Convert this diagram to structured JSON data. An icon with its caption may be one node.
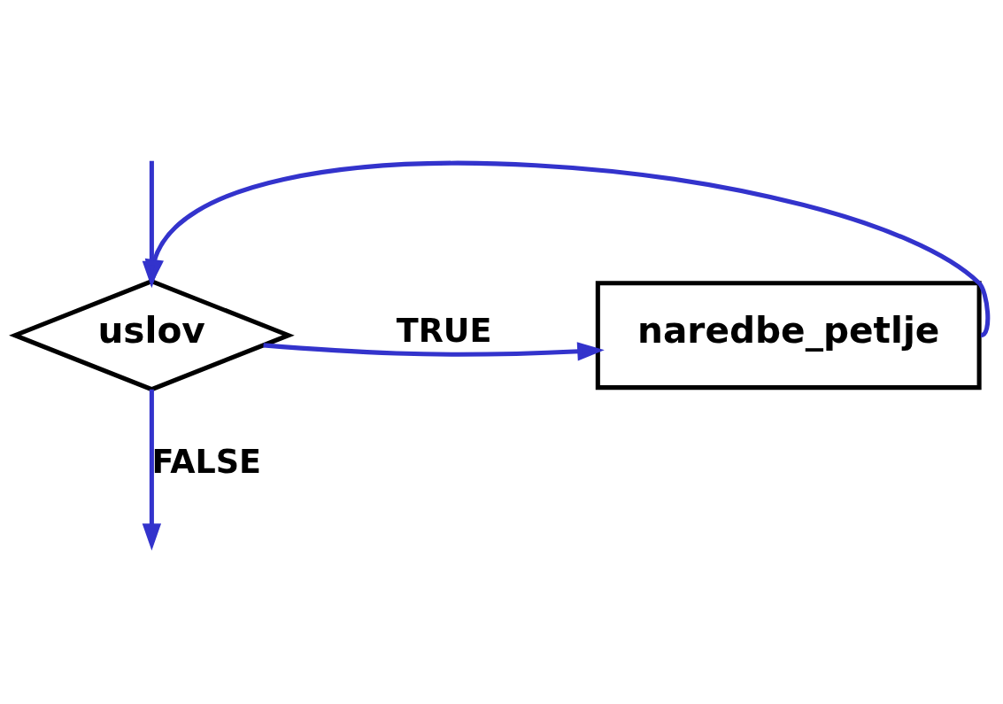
{
  "diagram": {
    "nodes": [
      {
        "text": [
          "uslov"
        ]
      },
      {
        "text": [
          "naredbe_petlje"
        ]
      }
    ],
    "edges": [
      {
        "from": 0,
        "to": null,
        "arrow": "to",
        "label": "FALSE"
      },
      {
        "from": null,
        "to": 0,
        "arrow": "to"
      },
      {
        "from": 0,
        "to": 1,
        "arrow": "to",
        "label": "TRUE"
      },
      {
        "from": 1,
        "to": 0,
        "arrow": "to"
      }
    ]
  }
}
